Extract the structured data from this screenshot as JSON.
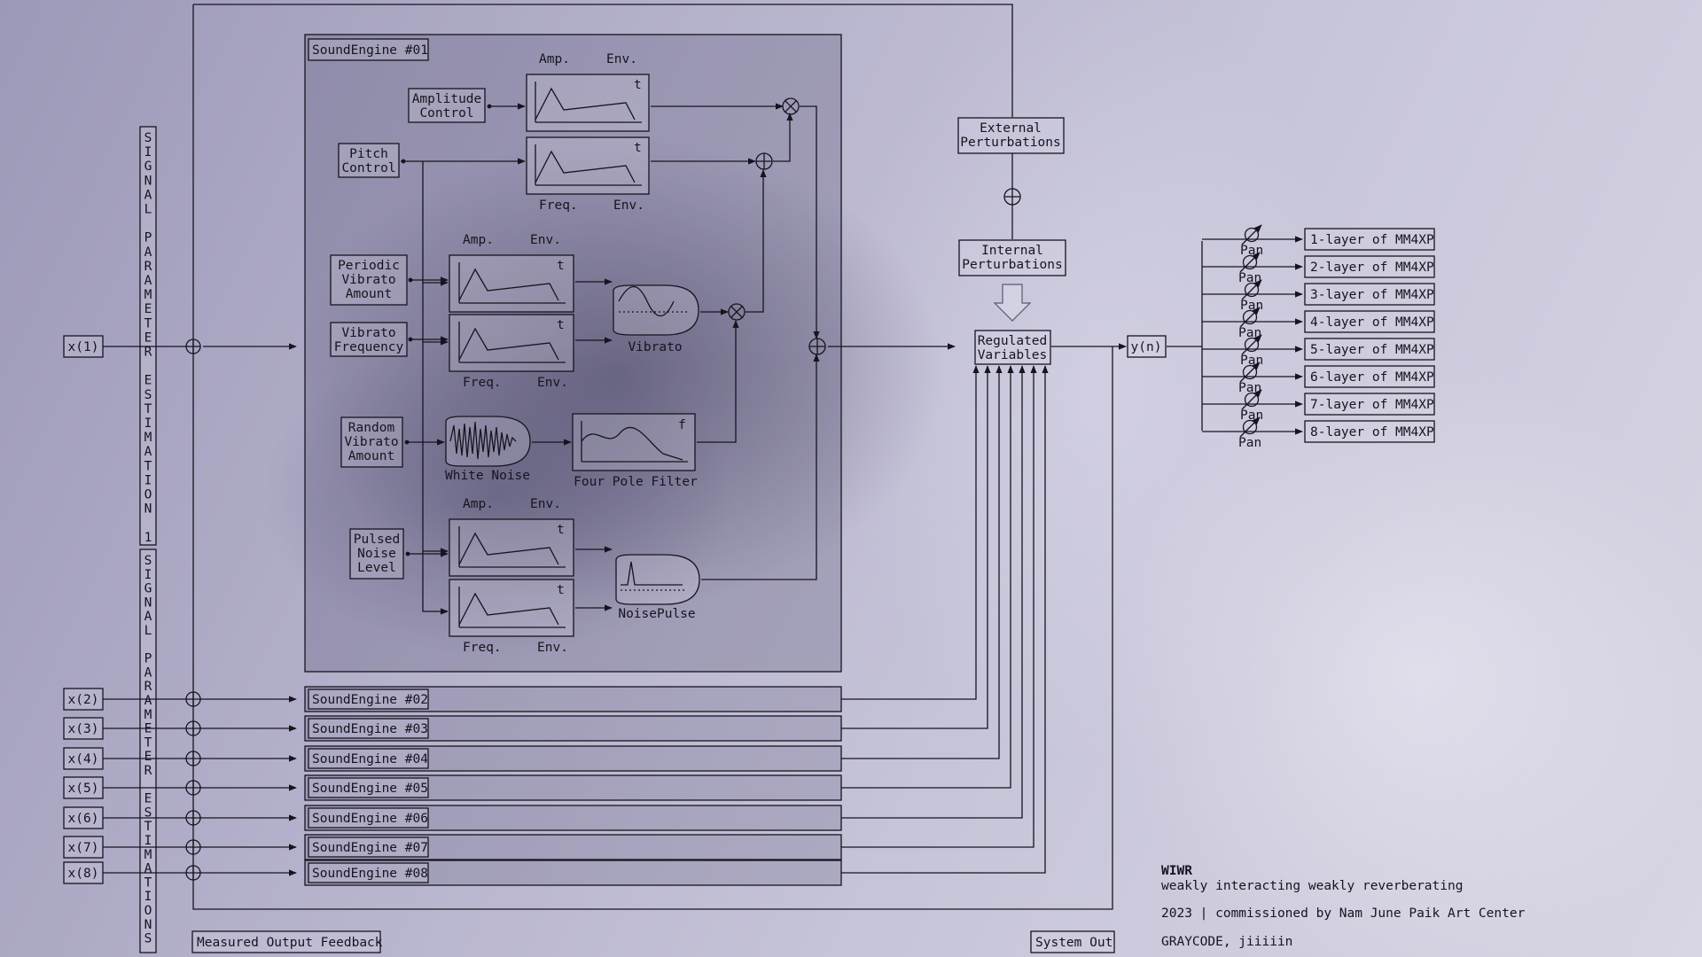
{
  "engine1": {
    "title": "SoundEngine #01",
    "amp_env": {
      "amp": "Amp.",
      "env": "Env."
    },
    "freq_env": {
      "freq": "Freq.",
      "env": "Env."
    },
    "amplitude_control": [
      "Amplitude",
      "Control"
    ],
    "pitch_control": [
      "Pitch",
      "Control"
    ],
    "periodic_vibrato_amount": [
      "Periodic",
      "Vibrato",
      "Amount"
    ],
    "vibrato_frequency": [
      "Vibrato",
      "Frequency"
    ],
    "random_vibrato_amount": [
      "Random",
      "Vibrato",
      "Amount"
    ],
    "pulsed_noise_level": [
      "Pulsed",
      "Noise",
      "Level"
    ],
    "vibrato": "Vibrato",
    "white_noise": "White Noise",
    "four_pole_filter": "Four Pole Filter",
    "noise_pulse": "NoisePulse",
    "axis_t": "t",
    "axis_f": "f"
  },
  "engines": [
    "SoundEngine #02",
    "SoundEngine #03",
    "SoundEngine #04",
    "SoundEngine #05",
    "SoundEngine #06",
    "SoundEngine #07",
    "SoundEngine #08"
  ],
  "inputs": [
    "x(1)",
    "x(2)",
    "x(3)",
    "x(4)",
    "x(5)",
    "x(6)",
    "x(7)",
    "x(8)"
  ],
  "vertical_labels": {
    "estimation_1": "SIGNAL PARAMETER ESTIMATION 1",
    "estimations": "SIGNAL PARAMETER ESTIMATIONS"
  },
  "external_perturbations": [
    "External",
    "Perturbations"
  ],
  "internal_perturbations": [
    "Internal",
    "Perturbations"
  ],
  "regulated_variables": [
    "Regulated",
    "Variables"
  ],
  "output": "y(n)",
  "pan_label": "Pan",
  "layers": [
    "1-layer of MM4XP",
    "2-layer of MM4XP",
    "3-layer of MM4XP",
    "4-layer of MM4XP",
    "5-layer of MM4XP",
    "6-layer of MM4XP",
    "7-layer of MM4XP",
    "8-layer of MM4XP"
  ],
  "measured_output_feedback": "Measured Output Feedback",
  "system_out": "System Out",
  "credits": {
    "title": "WIWR",
    "subtitle": "weakly interacting weakly reverberating",
    "commission": "2023 | commissioned by Nam June Paik Art Center",
    "authors": "GRAYCODE, jiiiiin"
  }
}
